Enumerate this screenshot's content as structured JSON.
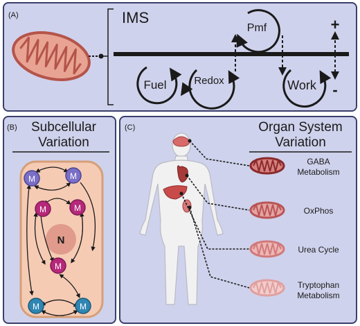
{
  "panel_a": {
    "tag": "(A)",
    "ims_label": "IMS",
    "nodes": {
      "pmf": "Pmf",
      "fuel": "Fuel",
      "redox": "Redox",
      "work": "Work"
    },
    "plus": "+",
    "minus": "-"
  },
  "panel_b": {
    "tag": "(B)",
    "title_line1": "Subcellular",
    "title_line2": "Variation",
    "mito_letter": "M",
    "nucleus_letter": "N"
  },
  "panel_c": {
    "tag": "(C)",
    "title_line1": "Organ System",
    "title_line2": "Variation",
    "labels": [
      {
        "line1": "GABA",
        "line2": "Metabolism"
      },
      {
        "line1": "OxPhos",
        "line2": ""
      },
      {
        "line1": "Urea Cycle",
        "line2": ""
      },
      {
        "line1": "Tryptophan",
        "line2": "Metabolism"
      }
    ]
  },
  "colors": {
    "panel_bg": "#cfd2ec",
    "border": "#3a3f6b",
    "mito_fill": "#e8a393",
    "mito_stroke": "#b5544a",
    "cell_fill": "#f6cbb4",
    "purple_m": "#7a6fc6",
    "magenta_m": "#b6287a",
    "blue_m": "#2f86b3",
    "nucleus": "#e09b8c",
    "body": "#f1f1f1"
  }
}
